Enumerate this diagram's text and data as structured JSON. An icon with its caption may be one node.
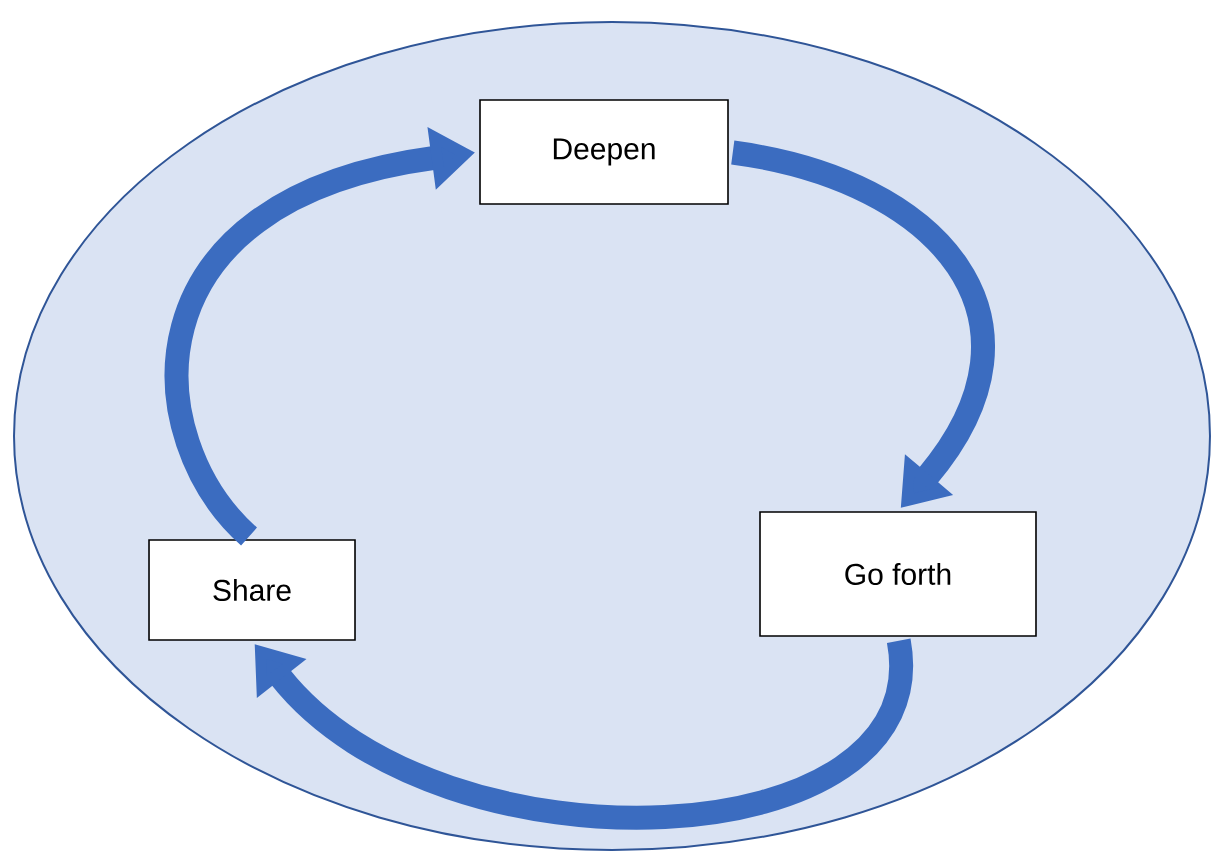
{
  "diagram": {
    "nodes": [
      {
        "text": [],
        "shape": "ellipse"
      },
      {
        "text": [
          "Deepen"
        ],
        "in": 0
      },
      {
        "text": [
          "Go forth"
        ],
        "in": 0
      },
      {
        "text": [
          "Share"
        ],
        "in": 0
      }
    ],
    "edges": [
      {
        "from": 3,
        "to": 1,
        "arrow": "to"
      },
      {
        "from": 1,
        "to": 2,
        "arrow": "to"
      },
      {
        "from": 2,
        "to": 3,
        "arrow": "to"
      }
    ]
  }
}
